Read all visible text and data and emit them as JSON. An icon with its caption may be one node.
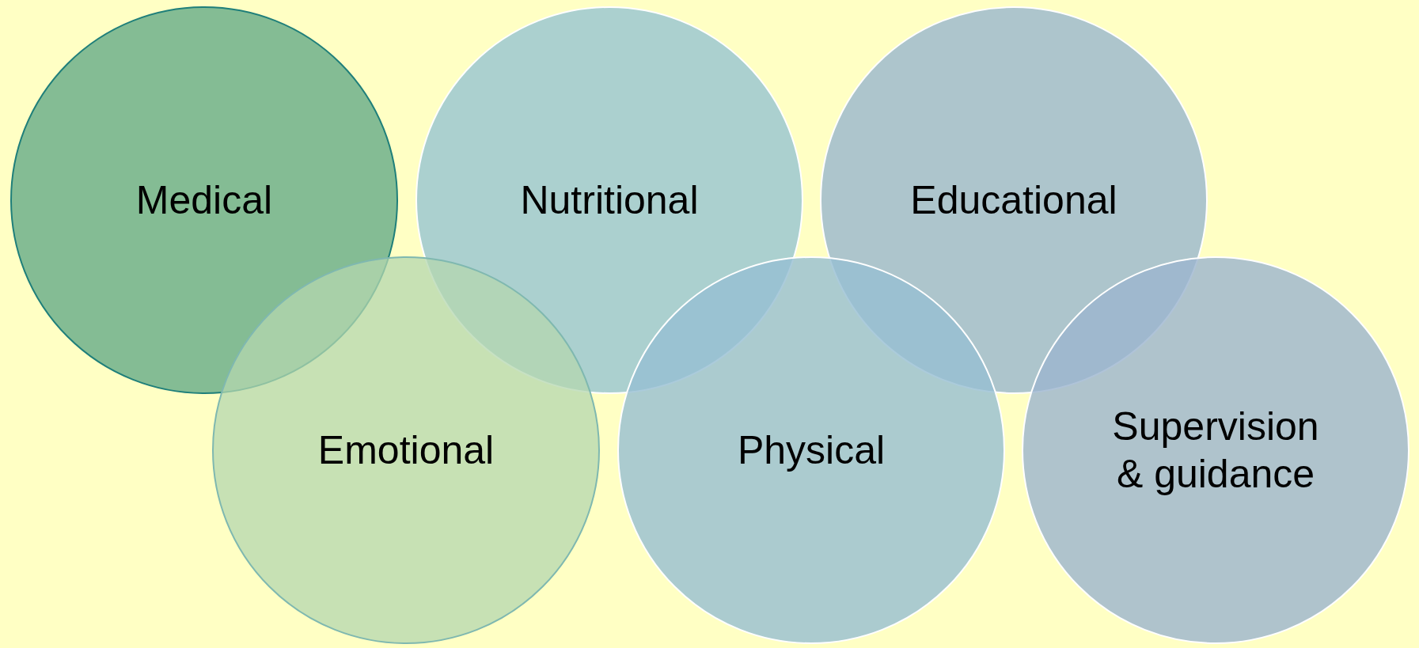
{
  "diagram": {
    "nodes": [
      {
        "text": [
          "Medical"
        ]
      },
      {
        "text": [
          "Nutritional"
        ]
      },
      {
        "text": [
          "Educational"
        ]
      },
      {
        "text": [
          "Emotional"
        ]
      },
      {
        "text": [
          "Physical"
        ]
      },
      {
        "text": [
          "Supervision & guidance"
        ]
      }
    ]
  }
}
